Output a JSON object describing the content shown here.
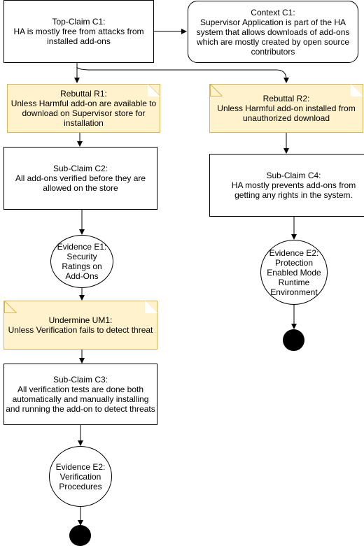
{
  "diagram": {
    "top_claim": {
      "lines": [
        "Top-Claim C1:",
        "HA is mostly free from attacks from",
        "installed add-ons"
      ]
    },
    "context": {
      "lines": [
        "Context C1:",
        "Supervisor Application is part of the HA",
        "system that allows downloads of add-ons",
        "which are mostly created by open source",
        "contributors"
      ]
    },
    "rebuttal_r1": {
      "lines": [
        "Rebuttal R1:",
        "Unless Harmful add-on are available to",
        "download on Supervisor store for",
        "installation"
      ]
    },
    "rebuttal_r2": {
      "lines": [
        "Rebuttal R2:",
        "Unless Harmful add-on installed from",
        "unauthorized download"
      ]
    },
    "sub_claim_c2": {
      "lines": [
        "Sub-Claim C2:",
        "All add-ons verified before they are",
        "allowed on the store"
      ]
    },
    "sub_claim_c4": {
      "lines": [
        "Sub-Claim C4:",
        "HA mostly prevents add-ons from",
        "getting any rights in the system."
      ]
    },
    "evidence_e1": {
      "lines": [
        "Evidence E1:",
        "Security",
        "Ratings on",
        "Add-Ons"
      ]
    },
    "evidence_e2_right": {
      "lines": [
        "Evidence E2:",
        "Protection",
        "Enabled Mode",
        "Runtime",
        "Environment"
      ]
    },
    "undermine_um1": {
      "lines": [
        "Undermine UM1:",
        "Unless Verification fails to detect threat"
      ]
    },
    "sub_claim_c3": {
      "lines": [
        "Sub-Claim C3:",
        "All verification tests are done both",
        "automatically and manually installing",
        "and running the add-on to detect threats"
      ]
    },
    "evidence_e2_left": {
      "lines": [
        "Evidence E2:",
        "Verification",
        "Procedures"
      ]
    }
  },
  "colors": {
    "note_fill": "#fff2cc",
    "note_border": "#d6b656",
    "line": "#000000"
  }
}
